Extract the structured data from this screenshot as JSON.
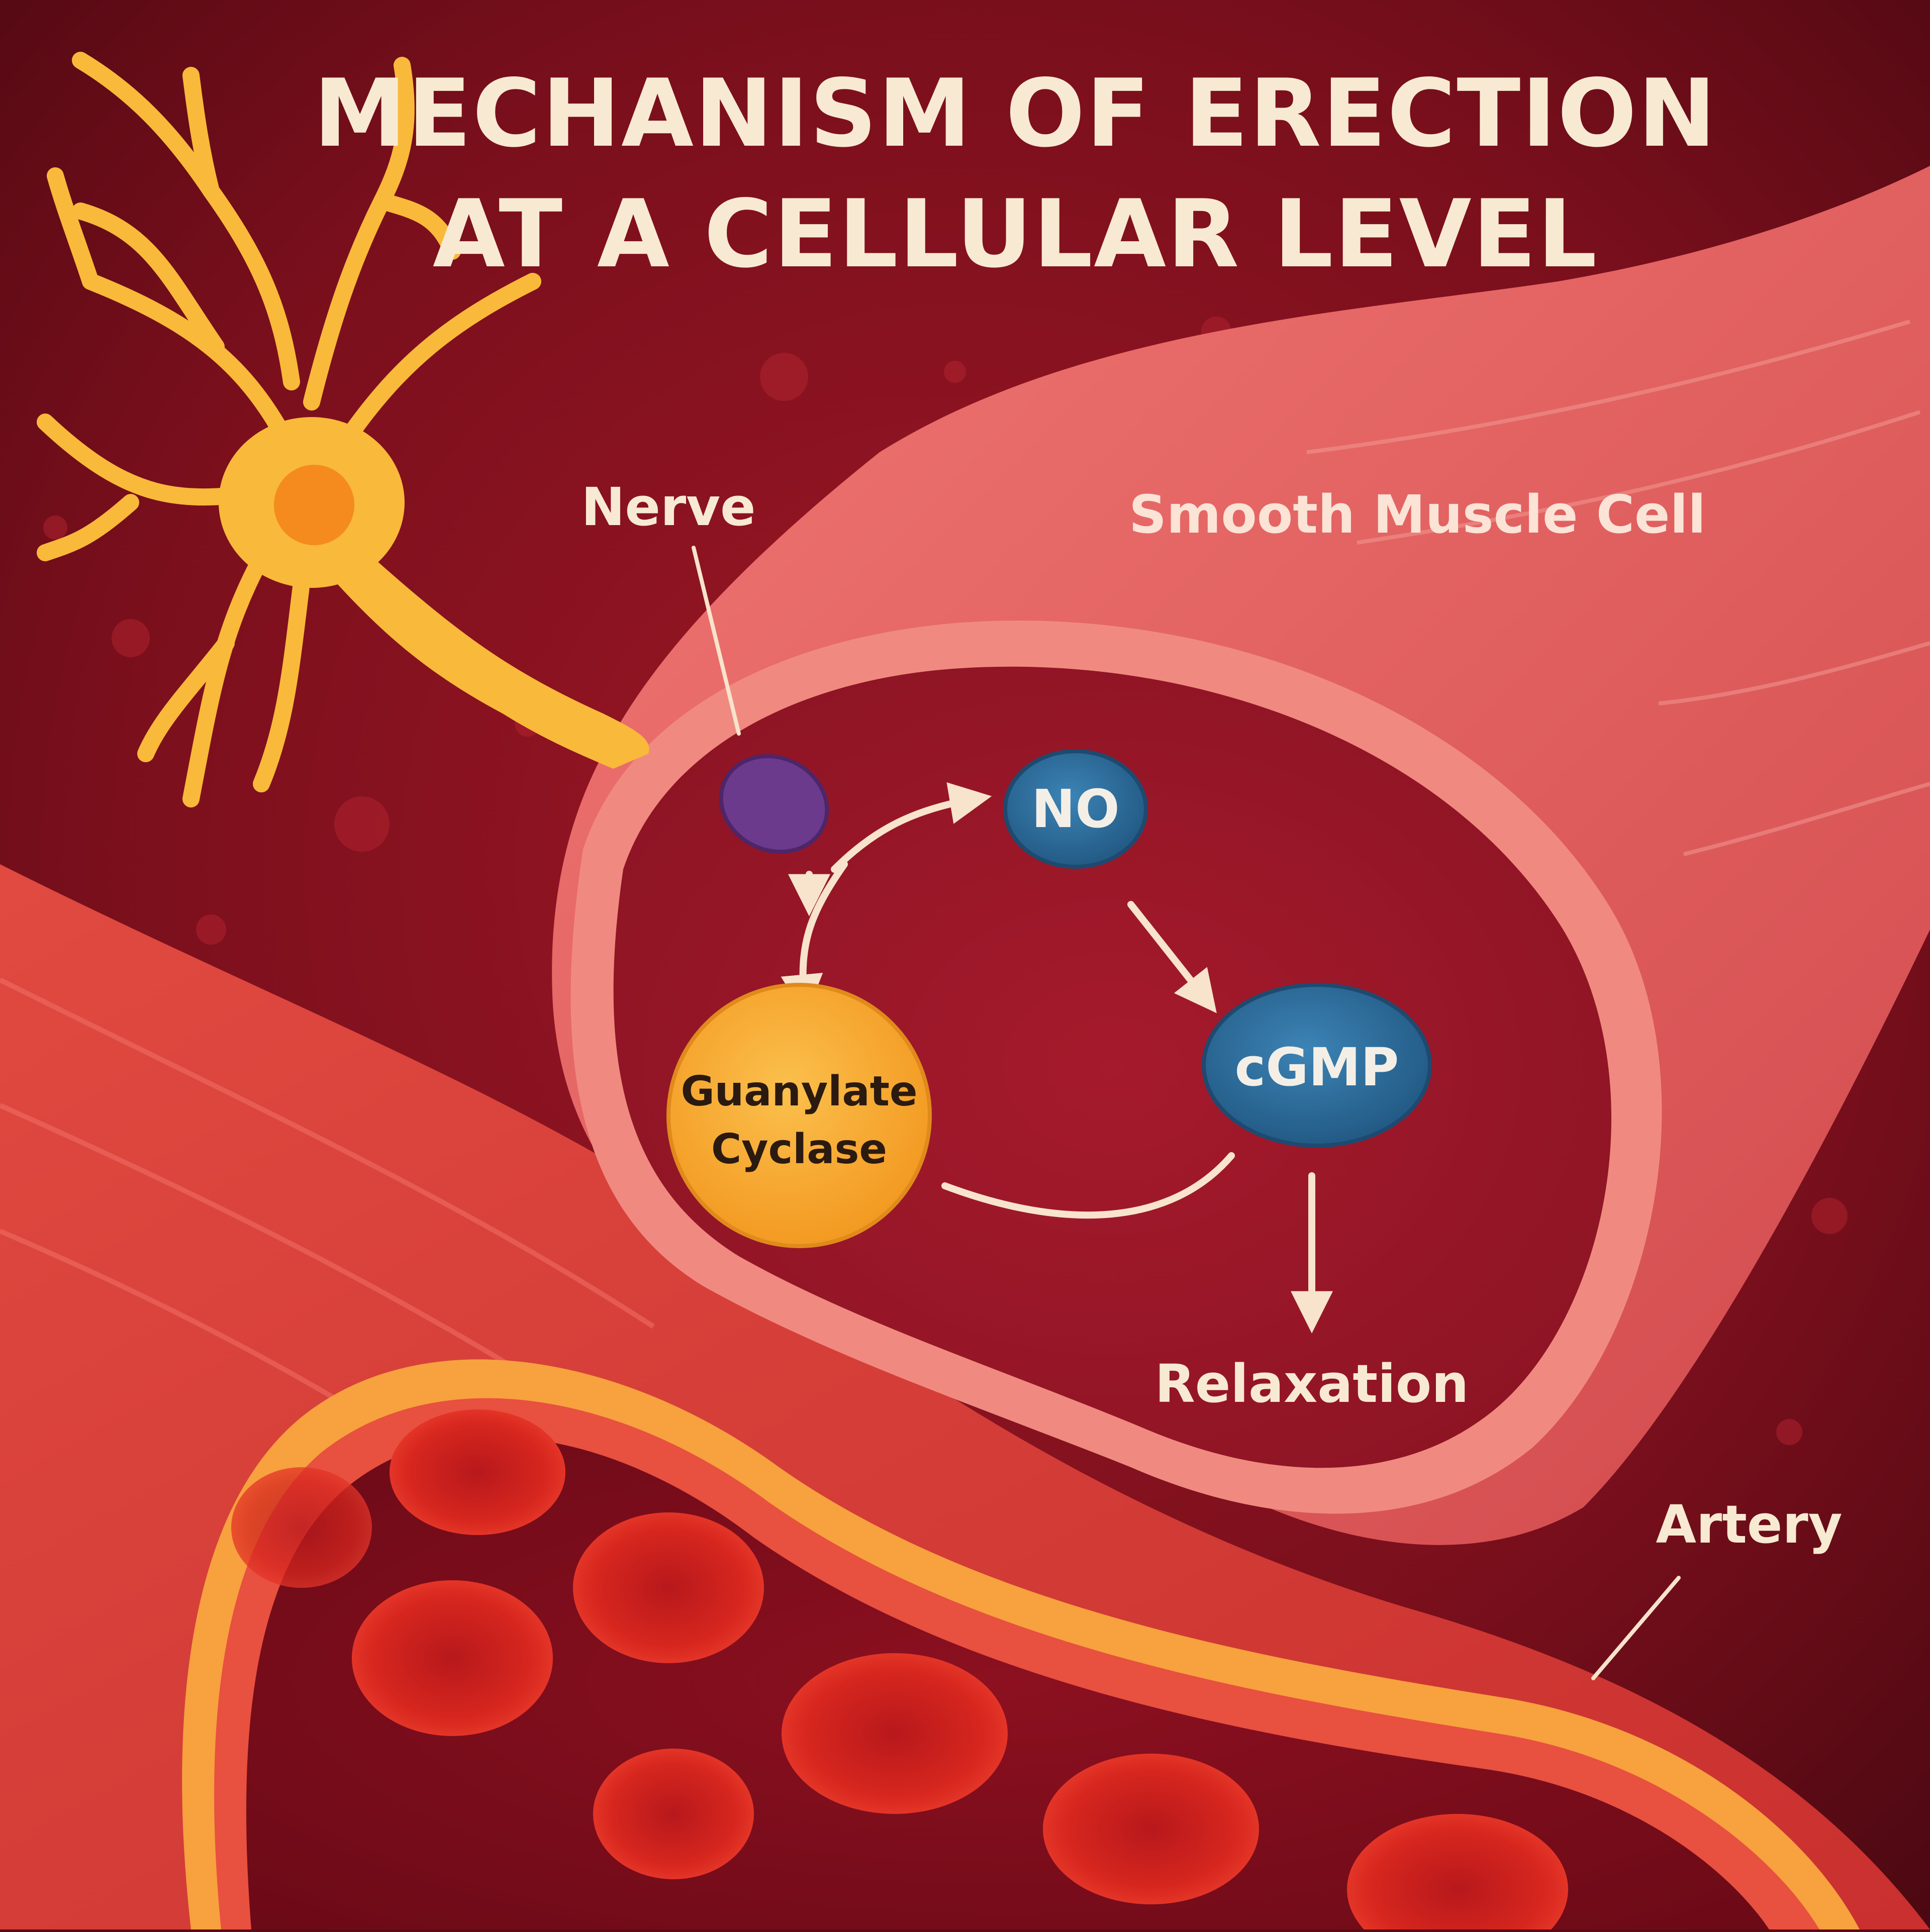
{
  "title": {
    "line1": "MECHANISM OF ERECTION",
    "line2": "AT A CELLULAR LEVEL"
  },
  "labels": {
    "nerve": "Nerve",
    "smooth_muscle_cell": "Smooth Muscle Cell",
    "no": "NO",
    "guanylate_cyclase_line1": "Guanylate",
    "guanylate_cyclase_line2": "Cyclase",
    "cgmp": "cGMP",
    "relaxation": "Relaxation",
    "artery": "Artery"
  },
  "colors": {
    "background": "#7a0f1c",
    "neuron": "#f9b93a",
    "neuron_nucleus": "#f58a1f",
    "muscle_cell": "#e8615f",
    "artery_wall": "#e0473e",
    "artery_lining": "#f7a13f",
    "red_blood_cell": "#d6261e",
    "vesicle": "#6b3a8c",
    "molecule_blue": "#2f6f9e",
    "guanylate_cyclase": "#f9a832",
    "arrow": "#f8e3cc"
  }
}
